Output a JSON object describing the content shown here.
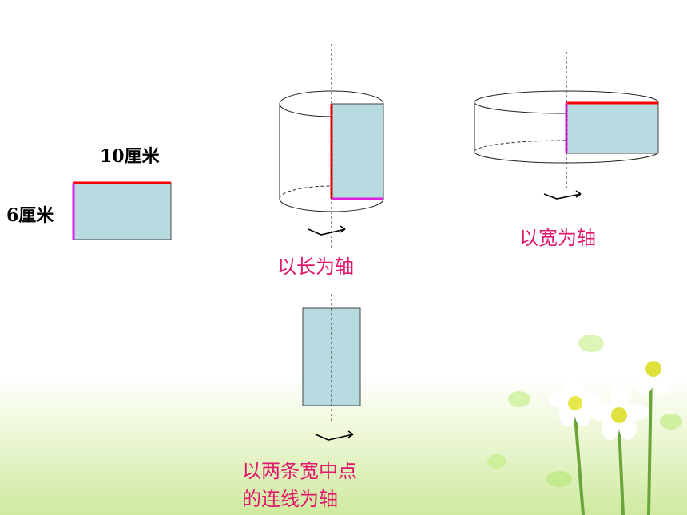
{
  "diagram": {
    "rectangle": {
      "length_label": "10厘米",
      "width_label": "6厘米"
    },
    "captions": {
      "axis_length": "以长为轴",
      "axis_width": "以宽为轴",
      "axis_midline_line1": "以两条宽中点",
      "axis_midline_line2": "的连线为轴"
    },
    "colors": {
      "fill": "#b7dbe0",
      "length_edge": "#ff0000",
      "width_edge": "#e020e0",
      "caption": "#e0186c"
    }
  }
}
